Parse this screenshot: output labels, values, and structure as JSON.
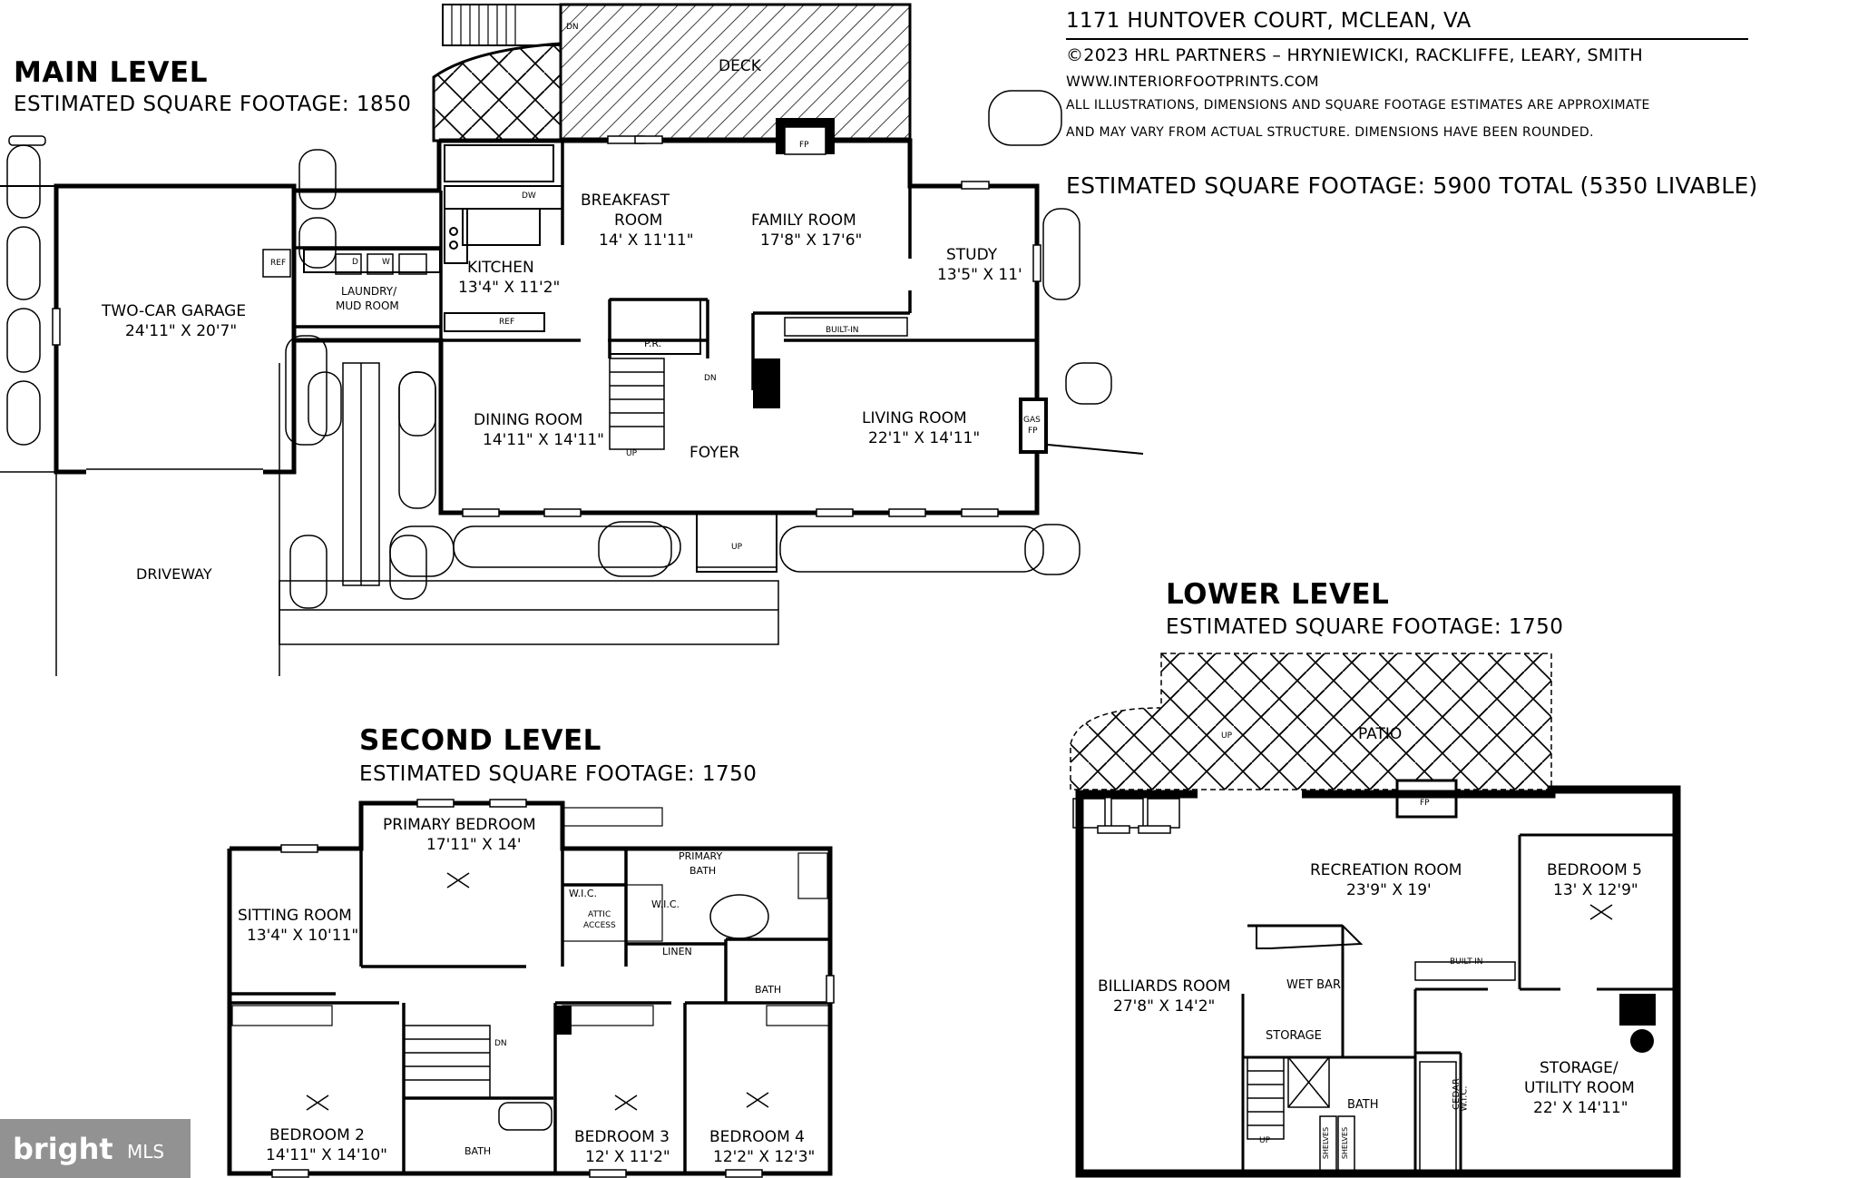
{
  "header": {
    "address": "1171 HUNTOVER COURT, MCLEAN, VA",
    "copyright": "©2023 HRL PARTNERS – HRYNIEWICKI, RACKLIFFE, LEARY, SMITH",
    "website": "WWW.INTERIORFOOTPRINTS.COM",
    "disclaimer_line1": "ALL ILLUSTRATIONS, DIMENSIONS AND SQUARE FOOTAGE ESTIMATES ARE APPROXIMATE",
    "disclaimer_line2": "AND MAY VARY FROM ACTUAL STRUCTURE. DIMENSIONS HAVE BEEN ROUNDED.",
    "total": "ESTIMATED SQUARE FOOTAGE: 5900 TOTAL (5350 LIVABLE)"
  },
  "main_level": {
    "title": "MAIN LEVEL",
    "sqft": "ESTIMATED SQUARE FOOTAGE: 1850",
    "rooms": {
      "deck": "DECK",
      "breakfast": "BREAKFAST",
      "breakfast2": "ROOM",
      "breakfast_dim": "14' X 11'11\"",
      "family": "FAMILY ROOM",
      "family_dim": "17'8\" X 17'6\"",
      "study": "STUDY",
      "study_dim": "13'5\" X 11'",
      "kitchen": "KITCHEN",
      "kitchen_dim": "13'4\" X 11'2\"",
      "garage": "TWO-CAR GARAGE",
      "garage_dim": "24'11\" X 20'7\"",
      "laundry": "LAUNDRY/",
      "laundry2": "MUD ROOM",
      "dining": "DINING ROOM",
      "dining_dim": "14'11\" X 14'11\"",
      "foyer": "FOYER",
      "living": "LIVING ROOM",
      "living_dim": "22'1\" X 14'11\"",
      "pr": "P.R.",
      "driveway": "DRIVEWAY",
      "builtin": "BUILT-IN",
      "fp": "FP",
      "gas": "GAS",
      "gasfp": "FP",
      "ref": "REF",
      "ref2": "REF",
      "dw": "DW",
      "d": "D",
      "w": "W",
      "up": "UP",
      "up2": "UP",
      "dn": "DN",
      "dn2": "DN"
    }
  },
  "second_level": {
    "title": "SECOND LEVEL",
    "sqft": "ESTIMATED SQUARE FOOTAGE: 1750",
    "rooms": {
      "primary": "PRIMARY BEDROOM",
      "primary_dim": "17'11\" X 14'",
      "primary_bath": "PRIMARY",
      "primary_bath2": "BATH",
      "sitting": "SITTING ROOM",
      "sitting_dim": "13'4\" X 10'11\"",
      "wic1": "W.I.C.",
      "wic2": "W.I.C.",
      "attic": "ATTIC",
      "attic2": "ACCESS",
      "linen": "LINEN",
      "bath1": "BATH",
      "bath2": "BATH",
      "bed2": "BEDROOM 2",
      "bed2_dim": "14'11\" X 14'10\"",
      "bed3": "BEDROOM 3",
      "bed3_dim": "12' X 11'2\"",
      "bed4": "BEDROOM 4",
      "bed4_dim": "12'2\" X 12'3\"",
      "dn": "DN"
    }
  },
  "lower_level": {
    "title": "LOWER LEVEL",
    "sqft": "ESTIMATED SQUARE FOOTAGE: 1750",
    "rooms": {
      "patio": "PATIO",
      "fp": "FP",
      "rec": "RECREATION ROOM",
      "rec_dim": "23'9\" X 19'",
      "bed5": "BEDROOM 5",
      "bed5_dim": "13' X 12'9\"",
      "billiards": "BILLIARDS ROOM",
      "billiards_dim": "27'8\" X 14'2\"",
      "wetbar": "WET BAR",
      "builtin": "BUILT-IN",
      "storage": "STORAGE",
      "storage_utility": "STORAGE/",
      "storage_utility2": "UTILITY ROOM",
      "storage_utility_dim": "22' X 14'11\"",
      "bath": "BATH",
      "cedar": "CEDAR",
      "cedar2": "W.I.C.",
      "shelves1": "SHELVES",
      "shelves2": "SHELVES",
      "up": "UP",
      "up2": "UP"
    }
  },
  "watermark": {
    "brand": "bright",
    "mls": "MLS"
  }
}
